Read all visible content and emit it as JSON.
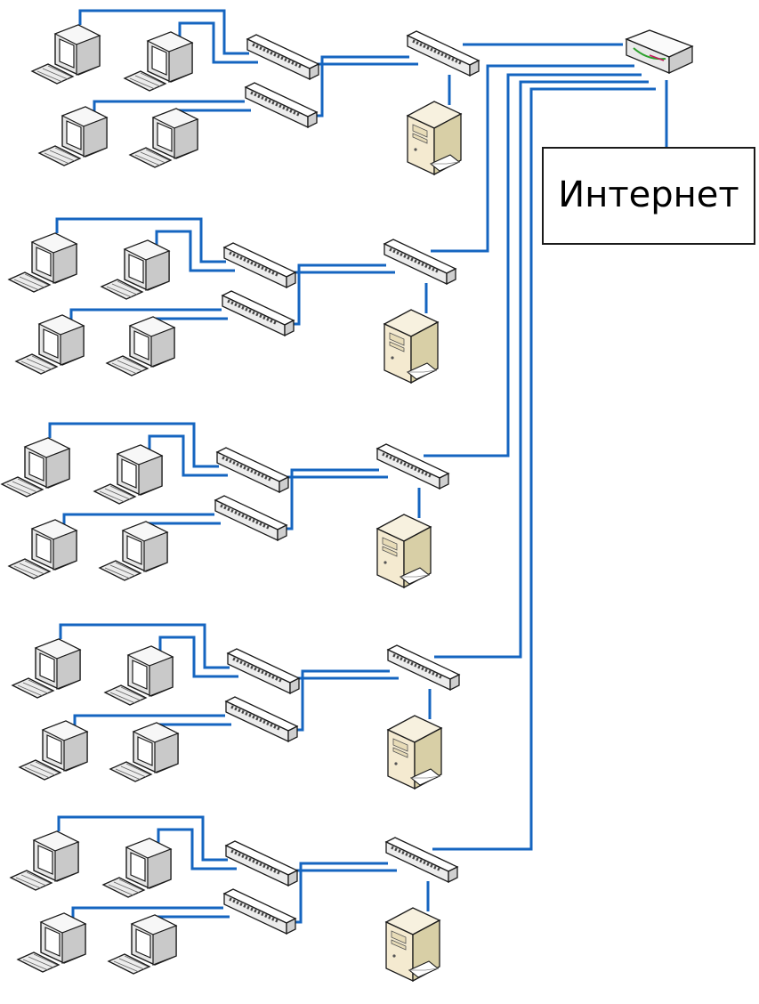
{
  "internet_label": "Интернет",
  "colors": {
    "cable": "#1565c0",
    "device_outline": "#1a1a1a",
    "computer_body": "#e9e9e9",
    "computer_screen": "#ffffff",
    "switch_body": "#f0f0f0",
    "server_body": "#f3ead2",
    "server_side": "#d9d0a8",
    "router_body": "#f2f2f2"
  },
  "network": {
    "gateway": {
      "device": "router",
      "icon": "router-icon"
    },
    "internet": {
      "icon": "cloud-box"
    },
    "segments": [
      {
        "name": "segment-1",
        "computers": 4,
        "access_switches": 2,
        "core_switch": 1,
        "server": 1
      },
      {
        "name": "segment-2",
        "computers": 4,
        "access_switches": 2,
        "core_switch": 1,
        "server": 1
      },
      {
        "name": "segment-3",
        "computers": 4,
        "access_switches": 2,
        "core_switch": 1,
        "server": 1
      },
      {
        "name": "segment-4",
        "computers": 4,
        "access_switches": 2,
        "core_switch": 1,
        "server": 1
      },
      {
        "name": "segment-5",
        "computers": 4,
        "access_switches": 2,
        "core_switch": 1,
        "server": 1
      }
    ]
  }
}
